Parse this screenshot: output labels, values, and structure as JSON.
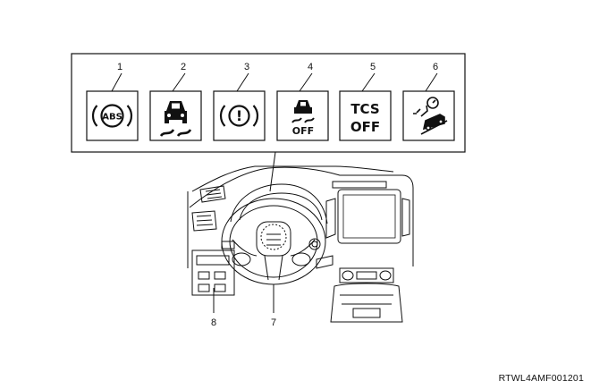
{
  "callouts": {
    "c1": "1",
    "c2": "2",
    "c3": "3",
    "c4": "4",
    "c5": "5",
    "c6": "6",
    "c7": "7",
    "c8": "8"
  },
  "indicators": [
    {
      "icon": "abs-warning-icon",
      "text": "ABS"
    },
    {
      "icon": "skid-car-icon"
    },
    {
      "icon": "brake-warning-icon",
      "text": "!"
    },
    {
      "icon": "stability-off-icon",
      "text": "OFF"
    },
    {
      "icon": "tcs-off-icon",
      "text_top": "TCS",
      "text_bottom": "OFF"
    },
    {
      "icon": "hill-descent-icon"
    }
  ],
  "reference_code": "RTWL4AMF001201"
}
